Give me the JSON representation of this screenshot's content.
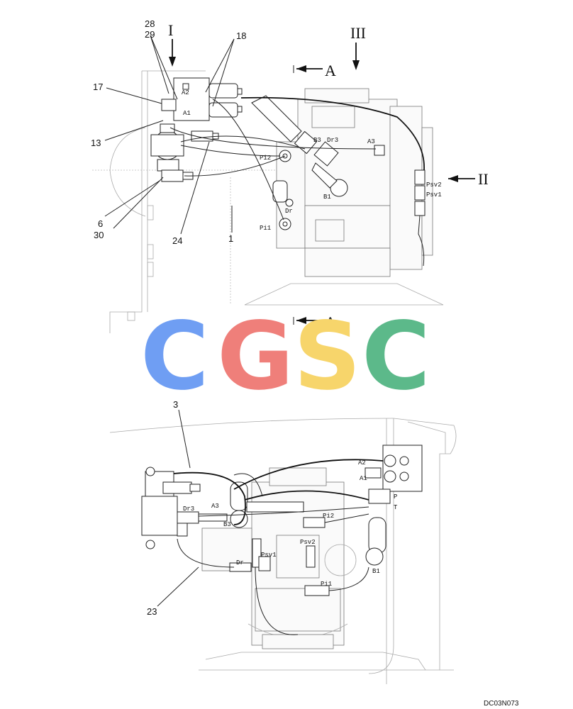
{
  "labels": {
    "n28": "28",
    "n29": "29",
    "n18": "18",
    "n17": "17",
    "n13": "13",
    "n6": "6",
    "n30": "30",
    "n24": "24",
    "n1": "1",
    "n3": "3",
    "n23": "23"
  },
  "views": {
    "view_i": "I",
    "view_ii": "II",
    "view_iii": "III",
    "section_a": "A"
  },
  "ports_top": {
    "a2": "A2",
    "a1": "A1",
    "b3": "B3",
    "dr3": "Dr3",
    "a3": "A3",
    "pi2": "Pi2",
    "b1": "B1",
    "dr": "Dr",
    "pi1": "Pi1",
    "psv2": "Psv2",
    "psv1": "Psv1"
  },
  "ports_bottom": {
    "a2": "A2",
    "a1": "A1",
    "p": "P",
    "t": "T",
    "dr3": "Dr3",
    "a3": "A3",
    "b3": "B3",
    "pi2": "Pi2",
    "psv1": "Psv1",
    "psv2": "Psv2",
    "dr": "Dr",
    "b1": "B1",
    "pi1": "Pi1"
  },
  "watermark": {
    "c1": "C",
    "g": "G",
    "s": "S",
    "c2": "C",
    "colors": [
      "#6f9ef3",
      "#ef7f7a",
      "#f7d56b",
      "#5cb98a"
    ]
  },
  "drawing_code": "DC03N073"
}
